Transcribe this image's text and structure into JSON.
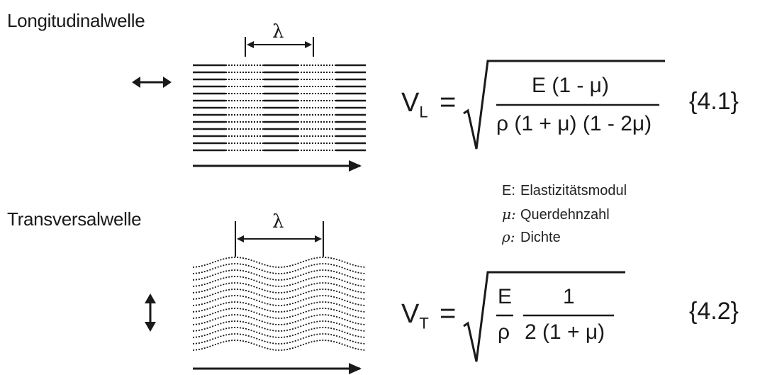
{
  "longitudinal": {
    "title": "Longitudinalwelle",
    "lambda": "λ",
    "equation": {
      "lhs": "V",
      "lhs_sub": "L",
      "equals": "=",
      "numerator": "E (1 - μ)",
      "denominator": "ρ (1 + μ) (1 - 2μ)",
      "number": "{4.1}"
    }
  },
  "transverse": {
    "title": "Transversalwelle",
    "lambda": "λ",
    "equation": {
      "lhs": "V",
      "lhs_sub": "T",
      "equals": "=",
      "frac1_num": "E",
      "frac1_den": "ρ",
      "frac2_num": "1",
      "frac2_den": "2 (1 + μ)",
      "number": "{4.2}"
    }
  },
  "legend": [
    {
      "symbol": "E:",
      "text": "Elastizitätsmodul"
    },
    {
      "symbol": "μ:",
      "text": "Querdehnzahl"
    },
    {
      "symbol": "ρ:",
      "text": "Dichte"
    }
  ],
  "colors": {
    "ink": "#1a1a1a",
    "background": "#ffffff"
  }
}
